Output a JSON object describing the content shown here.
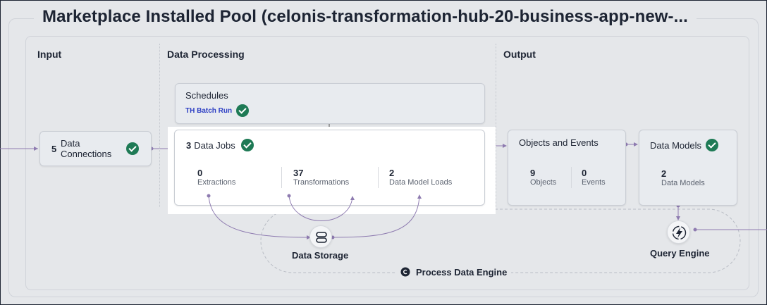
{
  "title": "Marketplace Installed Pool (celonis-transformation-hub-20-business-app-new-...",
  "sections": {
    "input": "Input",
    "data_processing": "Data Processing",
    "output": "Output"
  },
  "schedules": {
    "title": "Schedules",
    "link": "TH Batch Run"
  },
  "data_connections": {
    "count": "5",
    "label_line1": "Data",
    "label_line2": "Connections"
  },
  "data_jobs": {
    "count": "3",
    "label": "Data Jobs",
    "stats": [
      {
        "value": "0",
        "label": "Extractions"
      },
      {
        "value": "37",
        "label": "Transformations"
      },
      {
        "value": "2",
        "label": "Data Model Loads"
      }
    ]
  },
  "objects_events": {
    "title": "Objects and Events",
    "stats": [
      {
        "value": "9",
        "label": "Objects"
      },
      {
        "value": "0",
        "label": "Events"
      }
    ]
  },
  "data_models": {
    "title": "Data Models",
    "value": "2",
    "label": "Data Models"
  },
  "data_storage": {
    "label": "Data Storage",
    "icon": "database-icon"
  },
  "query_engine": {
    "label": "Query Engine",
    "icon": "bolt-icon"
  },
  "process_data_engine": {
    "label": "Process Data Engine",
    "icon": "celonis-logo-icon"
  },
  "colors": {
    "background": "#e5e7ea",
    "success": "#1e7a55",
    "link": "#2d3fc4",
    "wire": "#8e7bb0"
  }
}
